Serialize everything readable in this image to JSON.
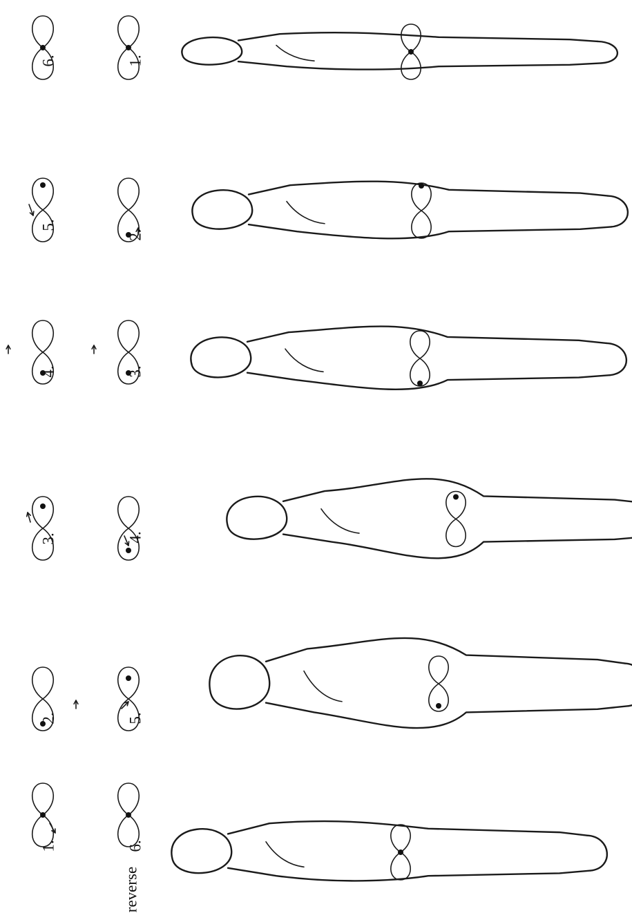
{
  "reverse_label": "reverse",
  "panels": [
    {
      "top_label": "6.",
      "bottom_label": "1."
    },
    {
      "top_label": "5.",
      "bottom_label": "2."
    },
    {
      "top_label": "4.",
      "bottom_label": "3."
    },
    {
      "top_label": "3.",
      "bottom_label": "4."
    },
    {
      "top_label": "2.",
      "bottom_label": "5."
    },
    {
      "top_label": "1.",
      "bottom_label": "6."
    }
  ]
}
